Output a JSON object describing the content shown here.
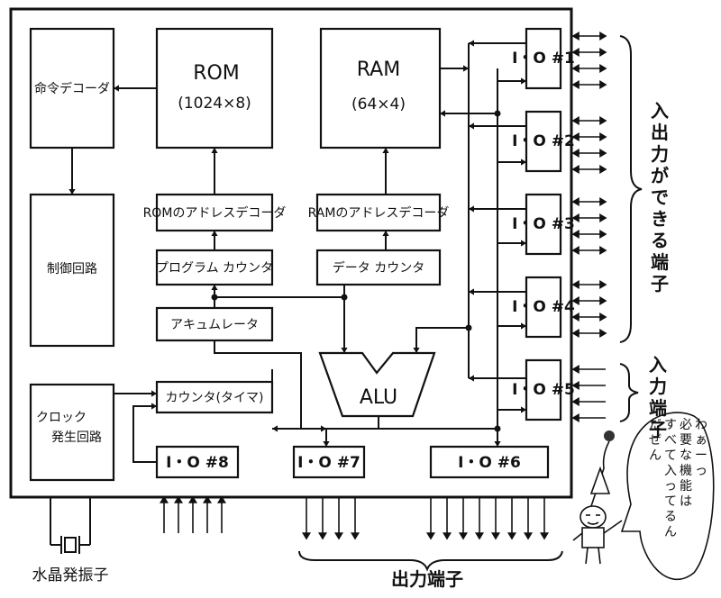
{
  "blocks": {
    "instruction_decoder": "命令デコーダ",
    "control_circuit": "制御回路",
    "clock_line1": "クロック",
    "clock_line2": "発生回路",
    "rom_title": "ROM",
    "rom_size": "(1024×8)",
    "ram_title": "RAM",
    "ram_size": "(64×4)",
    "rom_address_decoder": "ROMのアドレスデコーダ",
    "ram_address_decoder": "RAMのアドレスデコーダ",
    "program_counter": "プログラム カウンタ",
    "data_counter": "データ カウンタ",
    "accumulator": "アキュムレータ",
    "counter_timer": "カウンタ(タイマ)",
    "alu": "ALU"
  },
  "io_ports": [
    "I・O #1",
    "I・O #2",
    "I・O #3",
    "I・O #4",
    "I・O #5"
  ],
  "io_bottom": [
    "I・O #8",
    "I・O #7",
    "I・O #6"
  ],
  "labels": {
    "io_terminals": "入出力ができる端子",
    "input_terminals": "入力端子",
    "output_terminals": "出力端子",
    "crystal": "水晶発振子"
  },
  "speech_bubble": [
    "わぁーっ",
    "必要な機能は",
    "すべて入ってるん",
    "だぜん"
  ]
}
